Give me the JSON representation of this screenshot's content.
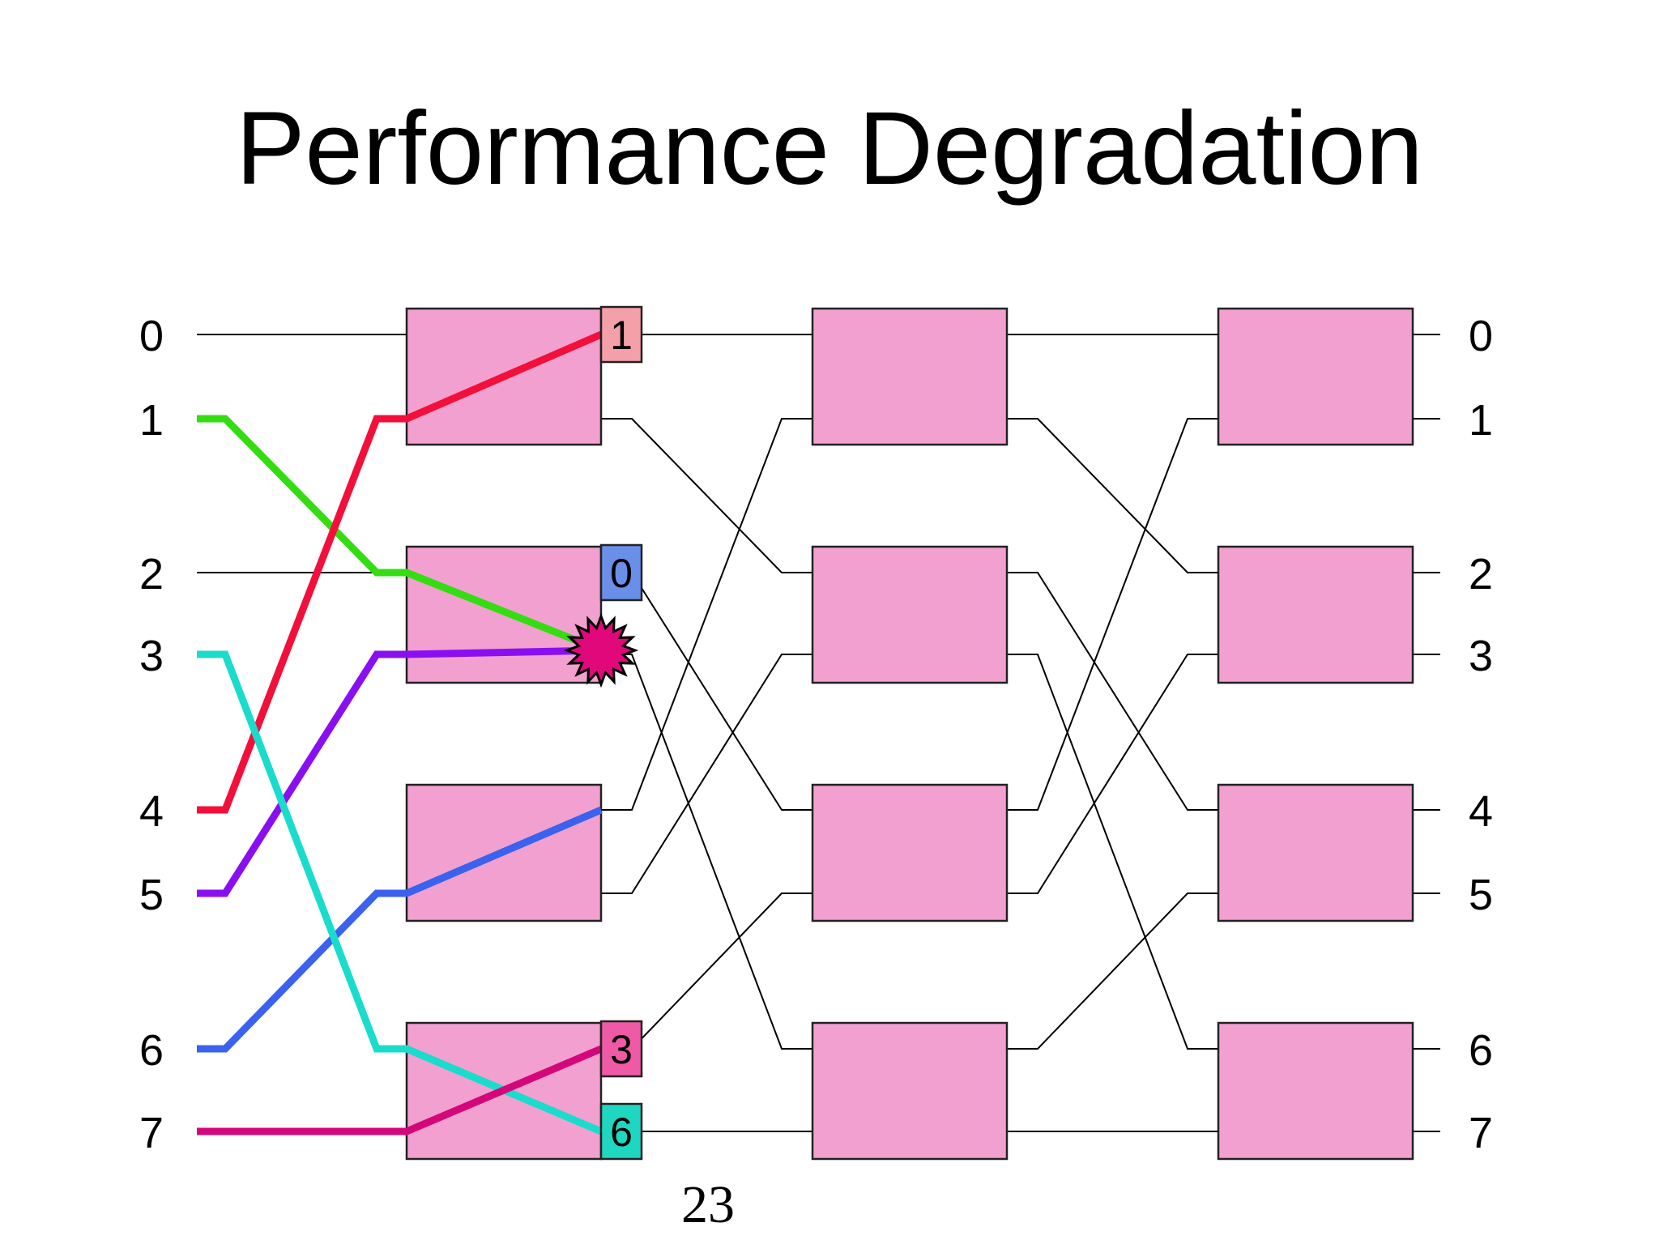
{
  "slide": {
    "title": "Performance Degradation",
    "page_number": "23"
  },
  "network": {
    "input_labels": [
      "0",
      "1",
      "2",
      "3",
      "4",
      "5",
      "6",
      "7"
    ],
    "output_labels": [
      "0",
      "1",
      "2",
      "3",
      "4",
      "5",
      "6",
      "7"
    ],
    "switch_color": "#f2a0cf",
    "wire_color": "#000000",
    "collision_color": "#e0087a",
    "stage1_to_stage2": [
      [
        0,
        0
      ],
      [
        1,
        2
      ],
      [
        2,
        4
      ],
      [
        3,
        6
      ],
      [
        4,
        1
      ],
      [
        5,
        3
      ],
      [
        6,
        5
      ],
      [
        7,
        7
      ]
    ],
    "stage2_to_stage3": [
      [
        0,
        0
      ],
      [
        1,
        2
      ],
      [
        2,
        4
      ],
      [
        3,
        6
      ],
      [
        4,
        1
      ],
      [
        5,
        3
      ],
      [
        6,
        5
      ],
      [
        7,
        7
      ]
    ],
    "input_to_stage1_plain": [
      [
        0,
        0
      ],
      [
        2,
        2
      ]
    ],
    "output_tags": [
      {
        "label": "1",
        "port": 0,
        "color": "#f4a0a8"
      },
      {
        "label": "0",
        "port": 2,
        "color": "#6a8fe8"
      },
      {
        "label": "3",
        "port": 6,
        "color": "#ee5aa6"
      },
      {
        "label": "6",
        "port": 7,
        "color": "#1fd6c0"
      }
    ],
    "paths": [
      {
        "color": "#33dd11",
        "input": 1,
        "stage1_port": 2,
        "exit": "collision"
      },
      {
        "color": "#8a0ff0",
        "input": 5,
        "stage1_port": 3,
        "exit": "collision"
      },
      {
        "color": "#f2103a",
        "input": 4,
        "stage1_port": 1,
        "exit": 0
      },
      {
        "color": "#3a62ee",
        "input": 6,
        "stage1_port": 5,
        "exit": 4
      },
      {
        "color": "#1adccc",
        "input": 3,
        "stage1_port": 6,
        "exit": 7
      },
      {
        "color": "#d4077a",
        "input": 7,
        "stage1_port": 7,
        "exit": 6
      }
    ]
  }
}
